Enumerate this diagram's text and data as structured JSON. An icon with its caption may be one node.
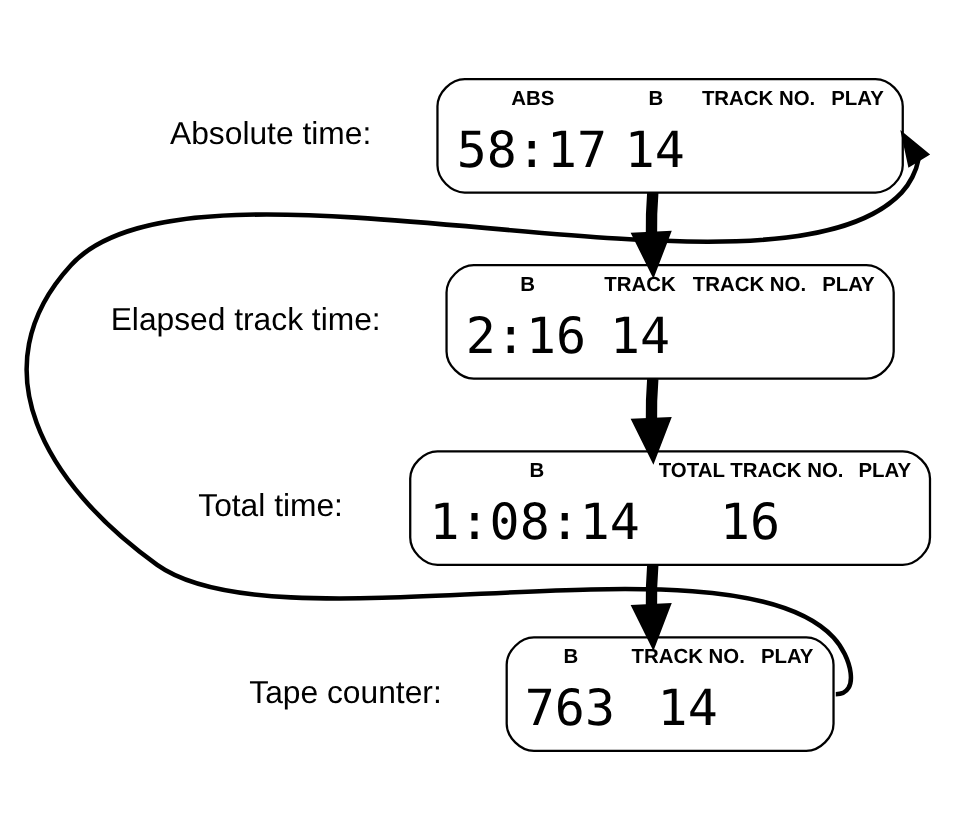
{
  "diagram": {
    "nodes": [
      {
        "text": [
          "ABS",
          "B",
          "TRACK NO.",
          "PLAY",
          "58:17",
          "14"
        ],
        "beside": [
          "Absolute time:"
        ]
      },
      {
        "text": [
          "B",
          "TRACK",
          "TRACK NO.",
          "PLAY",
          "2:16",
          "14"
        ],
        "beside": [
          "Elapsed track time:"
        ]
      },
      {
        "text": [
          "B",
          "TOTAL TRACK NO.",
          "PLAY",
          "1:08:14",
          "16"
        ],
        "beside": [
          "Total time:"
        ]
      },
      {
        "text": [
          "B",
          "TRACK NO.",
          "PLAY",
          "763",
          "14"
        ],
        "beside": [
          "Tape counter:"
        ]
      }
    ],
    "edges": [
      {
        "from": 0,
        "to": 1,
        "arrow": "to"
      },
      {
        "from": 1,
        "to": 2,
        "arrow": "to"
      },
      {
        "from": 2,
        "to": 3,
        "arrow": "to"
      },
      {
        "from": 3,
        "to": 0,
        "arrow": "to"
      }
    ]
  }
}
